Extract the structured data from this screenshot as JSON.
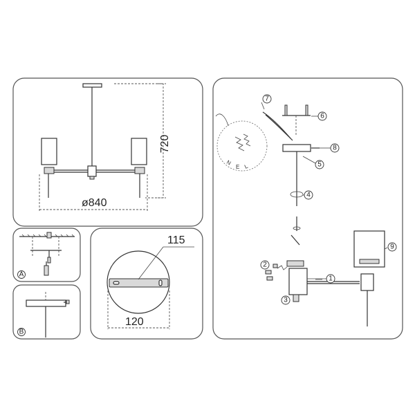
{
  "dimensions": {
    "height": "720",
    "diameter": "ø840",
    "plate_diameter": "115",
    "plate_width": "120"
  },
  "steps": {
    "a": "A",
    "b": "B"
  },
  "wire_labels": {
    "n": "N",
    "e": "E",
    "l": "L"
  },
  "parts": [
    "1",
    "2",
    "3",
    "4",
    "5",
    "6",
    "7",
    "8",
    "9"
  ]
}
